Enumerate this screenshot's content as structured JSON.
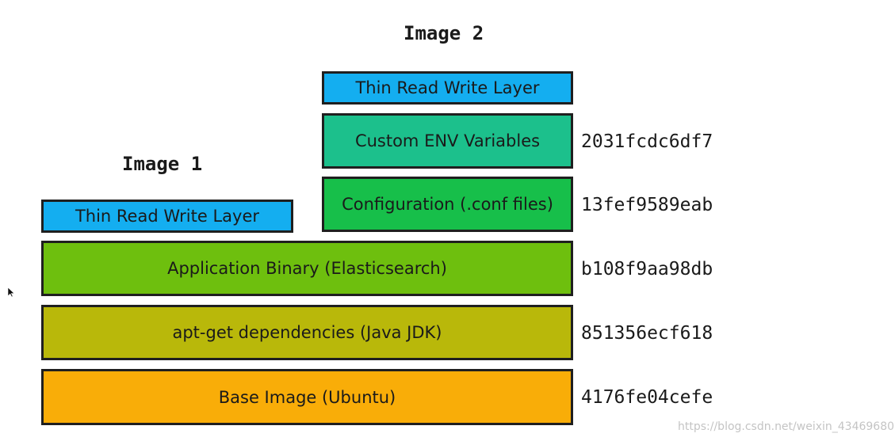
{
  "titles": {
    "image2": "Image 2",
    "image1": "Image 1"
  },
  "layers": {
    "image2_thin_rw": "Thin Read Write Layer",
    "custom_env": "Custom ENV Variables",
    "configuration": "Configuration (.conf files)",
    "image1_thin_rw": "Thin Read Write Layer",
    "app_binary": "Application Binary (Elasticsearch)",
    "apt_get": "apt-get dependencies (Java JDK)",
    "base_image": "Base Image (Ubuntu)"
  },
  "hashes": {
    "custom_env": "2031fcdc6df7",
    "configuration": "13fef9589eab",
    "app_binary": "b108f9aa98db",
    "apt_get": "851356ecf618",
    "base_image": "4176fe04cefe"
  },
  "colors": {
    "thin_rw": "#14aef0",
    "custom_env": "#1cc08c",
    "configuration": "#17bf4a",
    "app_binary": "#6ebf0e",
    "apt_get": "#b9b80a",
    "base_image": "#f9ad08",
    "border": "#1f1f1f"
  },
  "watermark": "https://blog.csdn.net/weixin_43469680",
  "icons": {
    "cursor": "mouse-pointer-icon"
  }
}
